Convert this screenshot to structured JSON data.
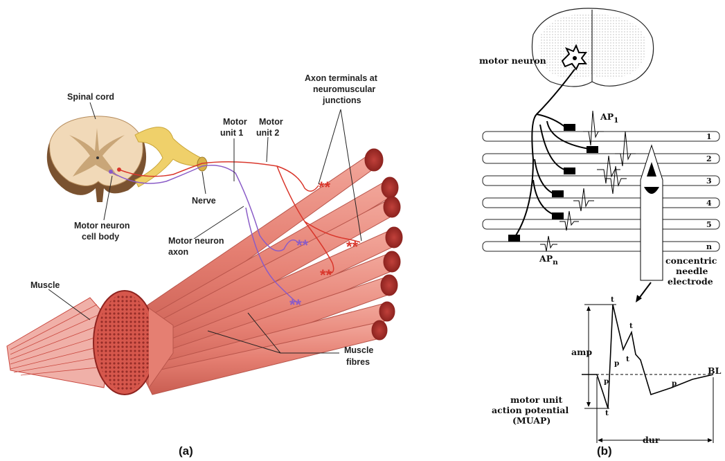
{
  "panel_a": {
    "caption": "(a)",
    "labels": {
      "spinal_cord": "Spinal cord",
      "nerve": "Nerve",
      "motor_neuron_cell_body_1": "Motor neuron",
      "motor_neuron_cell_body_2": "cell body",
      "motor_unit_1_line1": "Motor",
      "motor_unit_1_line2": "unit 1",
      "motor_unit_2_line1": "Motor",
      "motor_unit_2_line2": "unit 2",
      "axon_terminals_1": "Axon terminals at",
      "axon_terminals_2": "neuromuscular",
      "axon_terminals_3": "junctions",
      "motor_neuron_axon_1": "Motor neuron",
      "motor_neuron_axon_2": "axon",
      "muscle": "Muscle",
      "muscle_fibres_1": "Muscle",
      "muscle_fibres_2": "fibres"
    }
  },
  "panel_b": {
    "caption": "(b)",
    "labels": {
      "motor_neuron": "motor neuron",
      "ap1": "AP",
      "ap1_sub": "1",
      "apn": "AP",
      "apn_sub": "n",
      "electrode_1": "concentric",
      "electrode_2": "needle",
      "electrode_3": "electrode",
      "muap_1": "motor unit",
      "muap_2": "action potential",
      "muap_3": "(MUAP)",
      "amp": "amp",
      "dur": "dur",
      "bl": "BL",
      "t": "t",
      "p": "p"
    },
    "fibres": [
      "1",
      "2",
      "3",
      "4",
      "5",
      "n"
    ]
  },
  "colors": {
    "muscle": "#e9867a",
    "muscle_dark": "#c9463d",
    "unit1": "#8a5cc7",
    "unit2": "#d9362b",
    "nerve": "#e8c54a"
  }
}
